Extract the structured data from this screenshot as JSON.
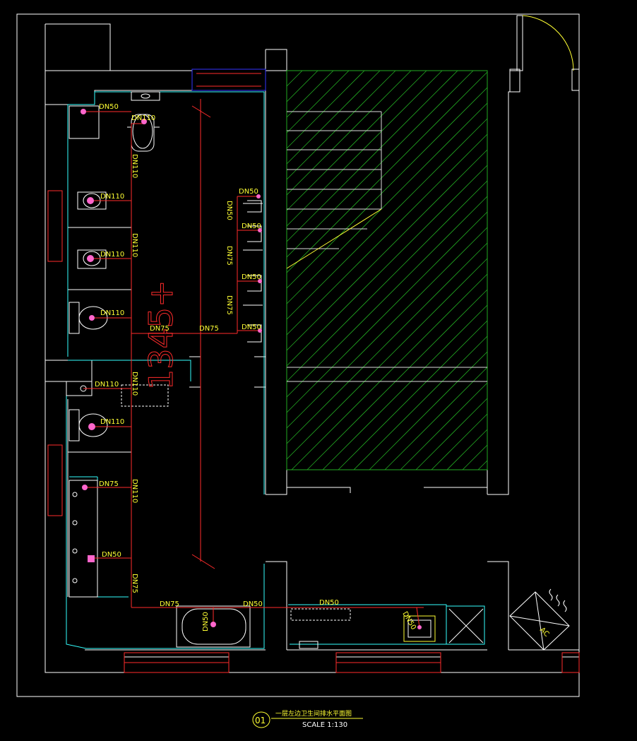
{
  "colors": {
    "background": "#000000",
    "wall": "#ffffff",
    "pipe": "#ff2b2b",
    "label": "#ffff33",
    "outline": "#33ffff",
    "hatch": "#22aa22",
    "fixture_dot": "#ff66cc",
    "window": "#ff2b2b",
    "window_frame": "#3333ff"
  },
  "labels": {
    "dn50_a": "DN50",
    "dn110_a": "DN110",
    "dn110_v1": "DN110",
    "dn110_b": "DN110",
    "dn110_c": "DN110",
    "dn110_v2": "DN110",
    "dn110_d": "DN110",
    "dn75_h1": "DN75",
    "dn75_h2": "DN75",
    "dn50_r1": "DN50",
    "dn50_v1": "DN50",
    "dn50_r2": "DN50",
    "dn75_v1": "DN75",
    "dn50_r3": "DN50",
    "dn75_v2": "DN75",
    "dn50_r4": "DN50",
    "dn110_e": "DN110",
    "dn110_v3": "DN110",
    "dn110_f": "DN110",
    "dn75_b": "DN75",
    "dn110_v4": "DN110",
    "dn50_b": "DN50",
    "dn75_v3": "DN75",
    "dn75_c": "DN75",
    "dn50_c": "DN50",
    "dn50_tub": "DN50",
    "dn50_d": "DN50",
    "dn50_e": "DN50",
    "ac": "AC",
    "floor_num": "1345+"
  },
  "title_block": {
    "number": "01",
    "title": "一层左边卫生间排水平面图",
    "scale": "SCALE 1:130"
  },
  "icons": [
    "toilet-icon",
    "squat-toilet-icon",
    "sink-icon",
    "bathtub-icon",
    "floor-drain-icon",
    "door-icon",
    "ac-unit-icon",
    "stair-hatch-icon"
  ]
}
